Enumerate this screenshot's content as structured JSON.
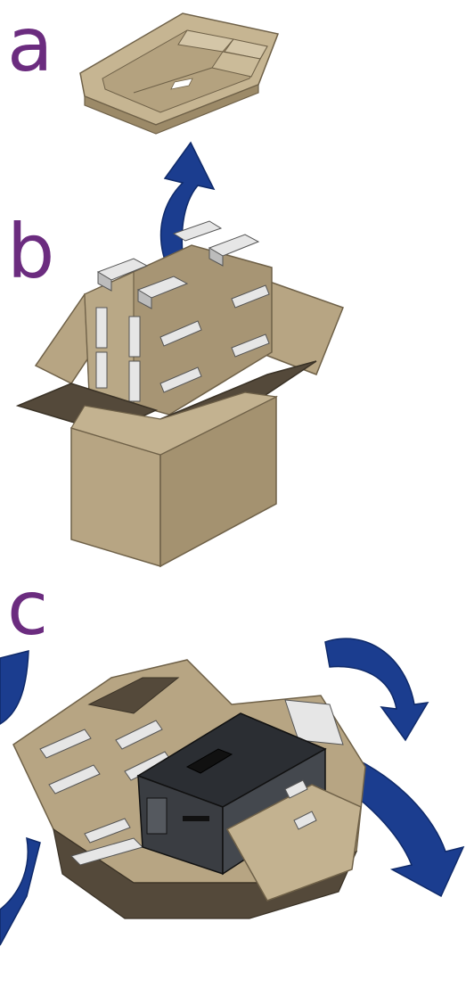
{
  "steps": [
    {
      "letter": "a"
    },
    {
      "letter": "b"
    },
    {
      "letter": "c"
    }
  ],
  "colors": {
    "label": "#6b2c7f",
    "arrow": "#1b3d8f",
    "cardboard": "#b7a583",
    "cardboard_dark": "#8f7e5f",
    "foam": "#e6e6e6",
    "printer": "#3a3d42"
  },
  "icons": [
    "up-arrow-icon",
    "rotate-arrow-icon"
  ]
}
